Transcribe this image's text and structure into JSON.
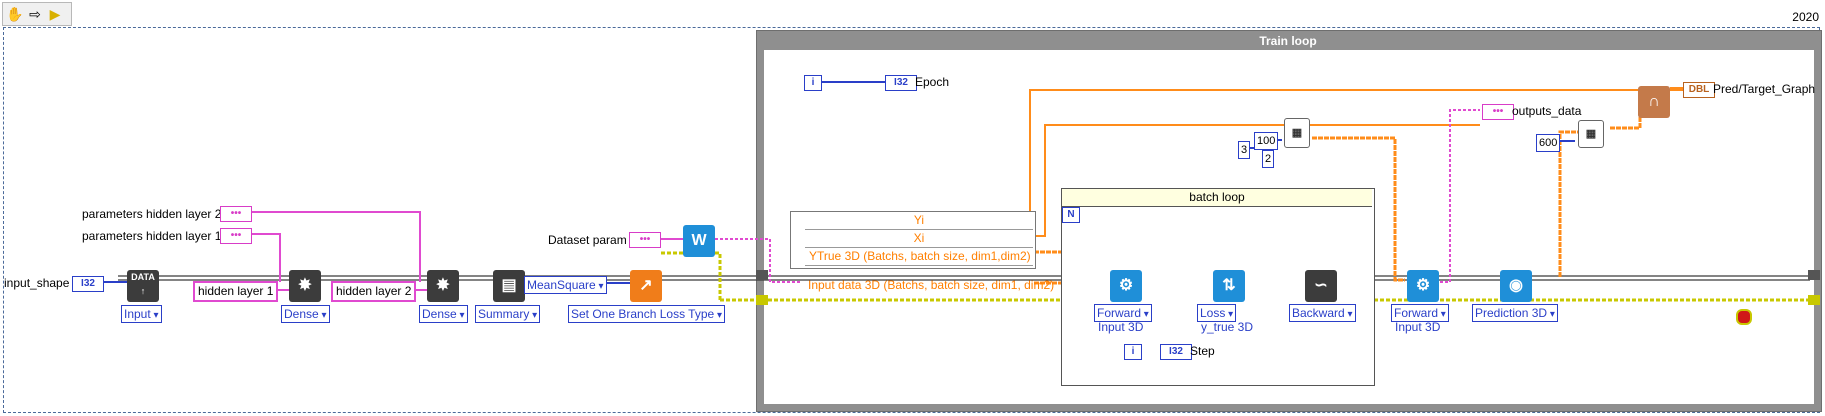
{
  "year": "2020",
  "main_frame": {
    "title": "Train loop"
  },
  "inner_frame": {
    "title": "batch loop",
    "iteration_terminal": "N"
  },
  "left_section": {
    "input_shape_label": "input_shape",
    "input_shape_terminal": "I32",
    "params_hidden_2": "parameters hidden layer 2",
    "params_hidden_1": "parameters hidden layer 1",
    "hidden_layer_1": "hidden layer 1",
    "hidden_layer_2": "hidden layer 2",
    "dataset_param": "Dataset param",
    "mean_square": "MeanSquare",
    "enum_input": "Input",
    "enum_dense_1": "Dense",
    "enum_dense_2": "Dense",
    "enum_summary": "Summary",
    "enum_loss_type": "Set One Branch Loss Type",
    "data_icon": "DATA"
  },
  "train_section": {
    "i_terminal": "i",
    "epoch_terminal": "I32",
    "epoch_label": "Epoch",
    "cluster_rows": [
      "Yi",
      "Xi",
      "YTrue 3D (Batchs, batch size, dim1,dim2)",
      "Input data 3D (Batchs, batch size, dim1, dim2)"
    ],
    "const_3": "3",
    "const_100": "100",
    "const_2": "2",
    "const_600": "600",
    "outputs_label": "outputs_data",
    "graph_label": "Pred/Target_Graph",
    "graph_terminal": "DBL",
    "forward_enum_1": "Forward",
    "forward_sub_1": "Input 3D",
    "loss_enum": "Loss",
    "loss_sub": "y_true 3D",
    "backward_enum": "Backward",
    "step_i": "i",
    "step_terminal": "I32",
    "step_label": "Step",
    "forward_enum_2": "Forward",
    "forward_sub_2": "Input 3D",
    "prediction_enum": "Prediction 3D"
  },
  "colors": {
    "wire_blue": "#2a3fc8",
    "wire_pink": "#e04ad0",
    "wire_orange": "#ff8c1a",
    "wire_dark": "#3a3a3a",
    "wire_yellow": "#c8c800"
  }
}
